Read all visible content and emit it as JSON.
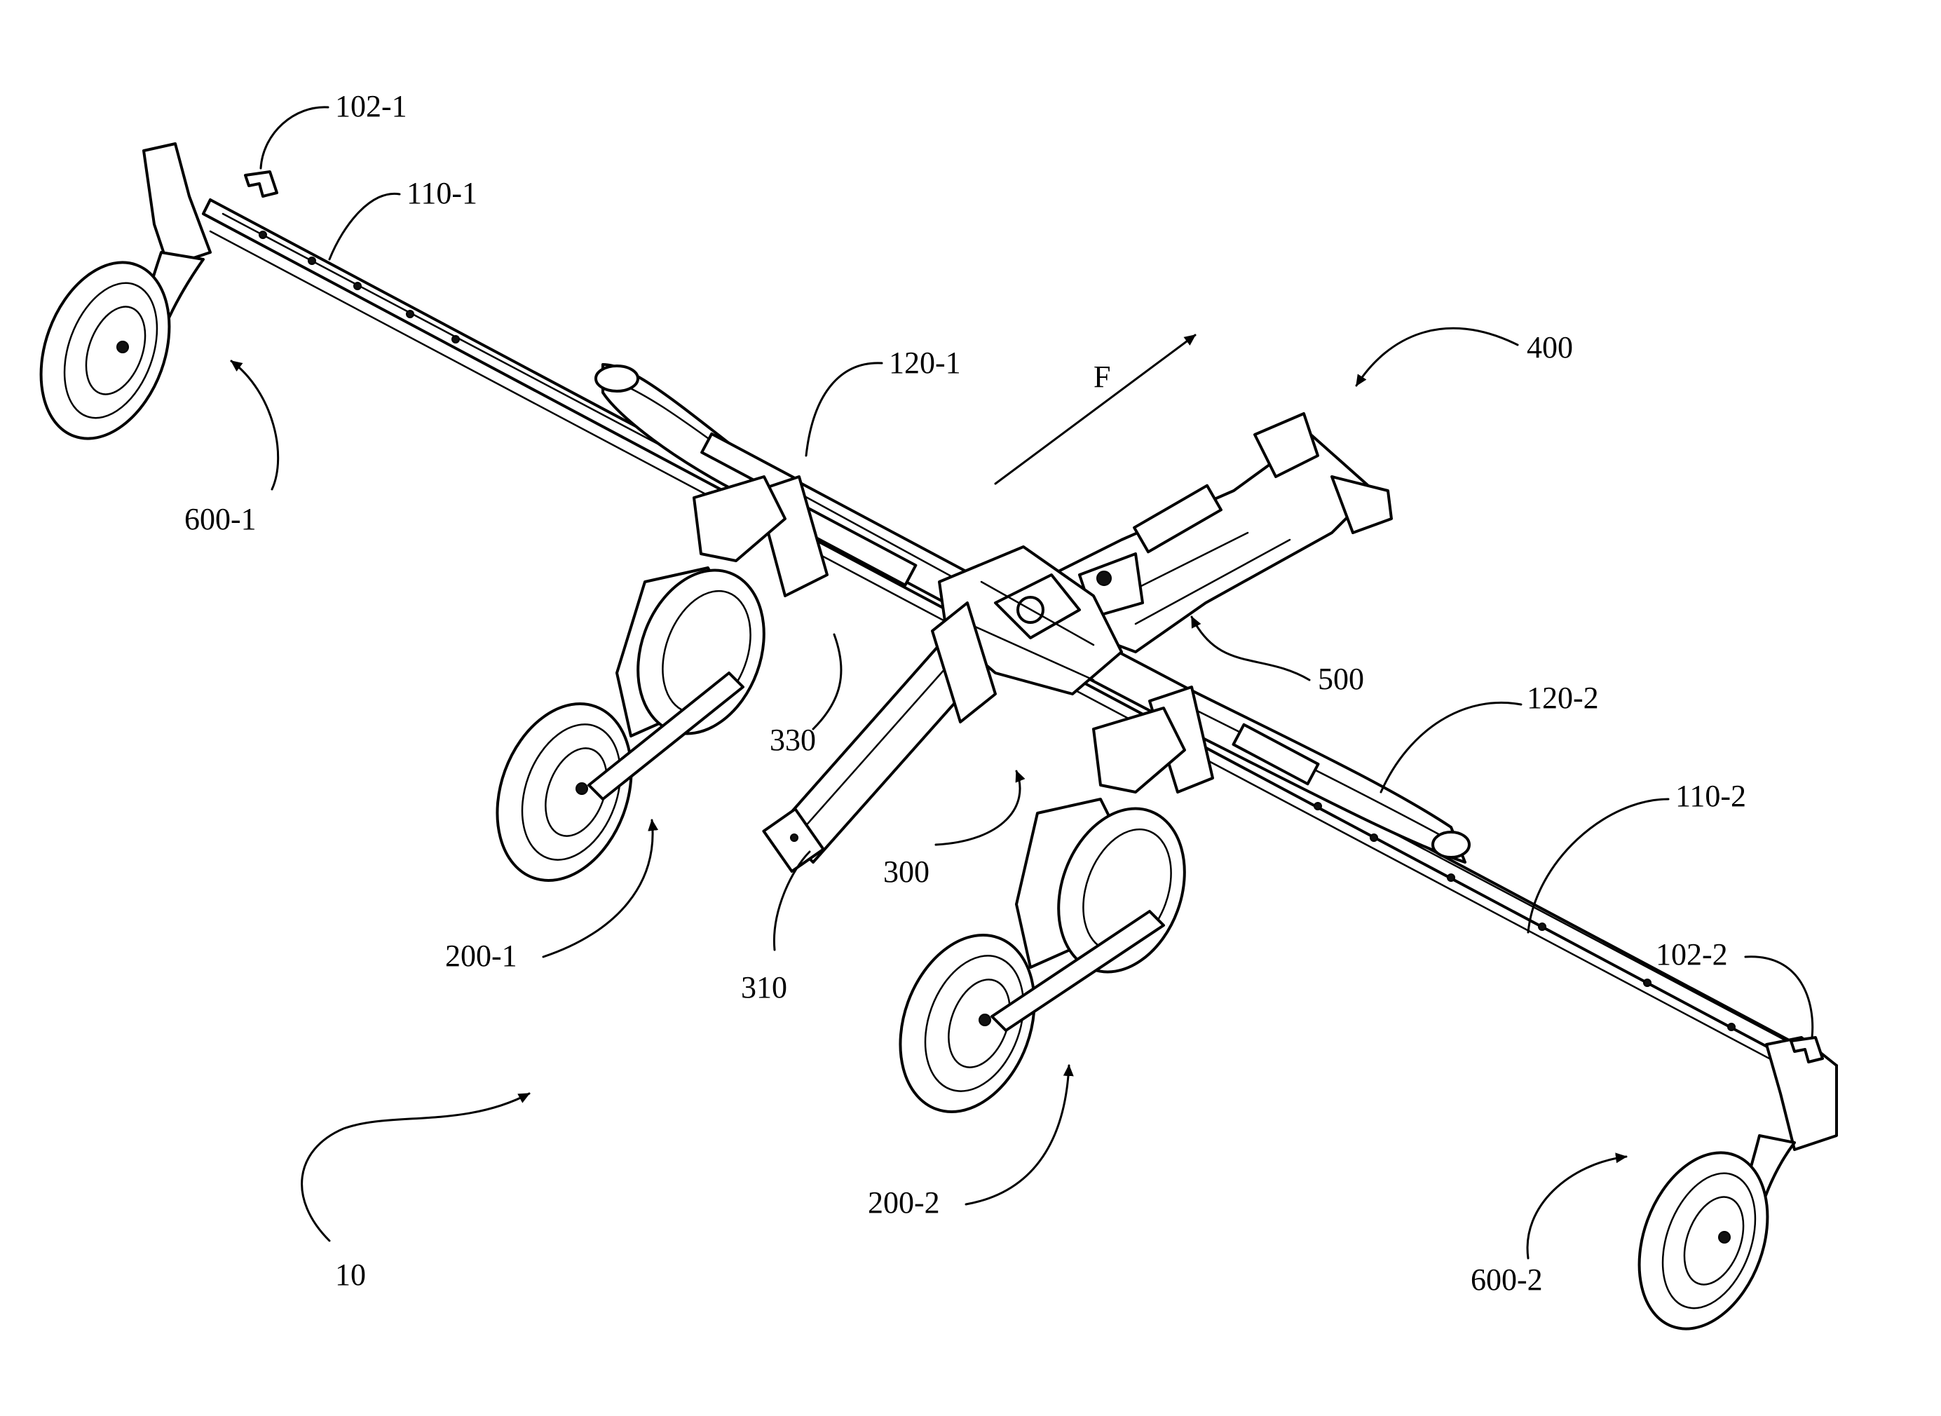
{
  "figure": {
    "direction_label": "F",
    "labels": {
      "l102_1": "102-1",
      "l110_1": "110-1",
      "l120_1": "120-1",
      "l600_1": "600-1",
      "l400": "400",
      "l500": "500",
      "l330": "330",
      "l120_2": "120-2",
      "l110_2": "110-2",
      "l300": "300",
      "l310": "310",
      "l200_1": "200-1",
      "l102_2": "102-2",
      "l200_2": "200-2",
      "l10": "10",
      "l600_2": "600-2"
    }
  }
}
